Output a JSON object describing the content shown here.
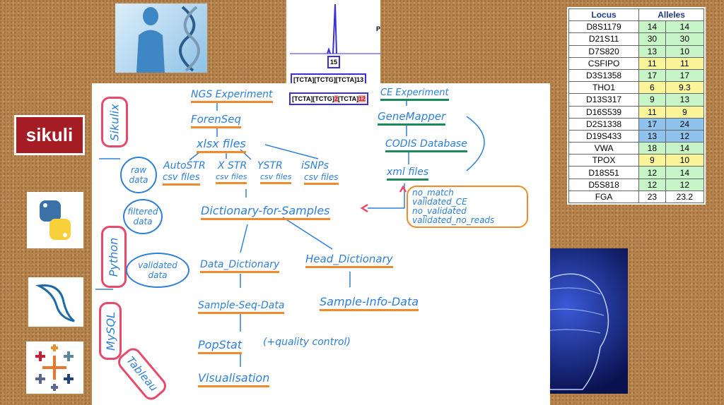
{
  "str_table": {
    "headers": [
      "Locus",
      "Alleles"
    ],
    "rows": [
      {
        "locus": "D8S1179",
        "a1": "14",
        "a2": "14",
        "color": "g"
      },
      {
        "locus": "D21S11",
        "a1": "30",
        "a2": "30",
        "color": "g"
      },
      {
        "locus": "D7S820",
        "a1": "13",
        "a2": "10",
        "color": "g"
      },
      {
        "locus": "CSFIPO",
        "a1": "11",
        "a2": "11",
        "color": "y"
      },
      {
        "locus": "D3S1358",
        "a1": "17",
        "a2": "17",
        "color": "g"
      },
      {
        "locus": "THO1",
        "a1": "6",
        "a2": "9.3",
        "color": "y"
      },
      {
        "locus": "D13S317",
        "a1": "9",
        "a2": "13",
        "color": "g"
      },
      {
        "locus": "D16S539",
        "a1": "11",
        "a2": "9",
        "color": "y"
      },
      {
        "locus": "D2S1338",
        "a1": "17",
        "a2": "24",
        "color": "b"
      },
      {
        "locus": "D19S433",
        "a1": "13",
        "a2": "12",
        "color": "b"
      },
      {
        "locus": "VWA",
        "a1": "18",
        "a2": "14",
        "color": "g"
      },
      {
        "locus": "TPOX",
        "a1": "9",
        "a2": "10",
        "color": "y"
      },
      {
        "locus": "D18S51",
        "a1": "12",
        "a2": "14",
        "color": "g"
      },
      {
        "locus": "D5S818",
        "a1": "12",
        "a2": "12",
        "color": "g"
      },
      {
        "locus": "FGA",
        "a1": "23",
        "a2": "23.2",
        "color": "w"
      }
    ]
  },
  "electropherogram": {
    "peak_label": "15",
    "seq1": "[TCTA][TCTG][TCTA]13",
    "seq2_a": "[TCTA][TCTG]",
    "seq2_b": "2",
    "seq2_c": "[TCTA]",
    "seq2_d": "12",
    "corner": "P"
  },
  "logos": {
    "sikuli": "sikuli"
  },
  "tools": {
    "sikulix": "Sikulix",
    "python": "Python",
    "mysql": "MySQL",
    "tableau": "Tableau"
  },
  "stages": {
    "raw": "raw data",
    "filtered": "filtered data",
    "validated": "validated data"
  },
  "ngs": {
    "experiment": "NGS Experiment",
    "forenseq": "ForenSeq",
    "xlsx": "xlsx files",
    "autostr": "AutoSTR",
    "autostr_csv": "csv files",
    "xstr": "X STR",
    "xstr_csv": "csv files",
    "ystr": "YSTR",
    "ystr_csv": "csv files",
    "isnps": "iSNPs",
    "isnps_csv": "csv files",
    "dictionary": "Dictionary-for-Samples",
    "data_dict": "Data_Dictionary",
    "head_dict": "Head_Dictionary",
    "sample_seq": "Sample-Seq-Data",
    "sample_info": "Sample-Info-Data",
    "popstat": "PopStat",
    "qc": "(+quality control)",
    "vis": "Visualisation"
  },
  "ce": {
    "experiment": "CE Experiment",
    "genemapper": "GeneMapper",
    "codis": "CODIS Database",
    "xml": "xml files",
    "statuses": [
      "no_match",
      "validated_CE",
      "no_validated",
      "validated_no_reads"
    ]
  },
  "colors": {
    "cork": "#b5834d",
    "ink": "#2e7fd6",
    "orange": "#f08a2c",
    "green": "#1a8a5a",
    "red": "#e8496a"
  }
}
